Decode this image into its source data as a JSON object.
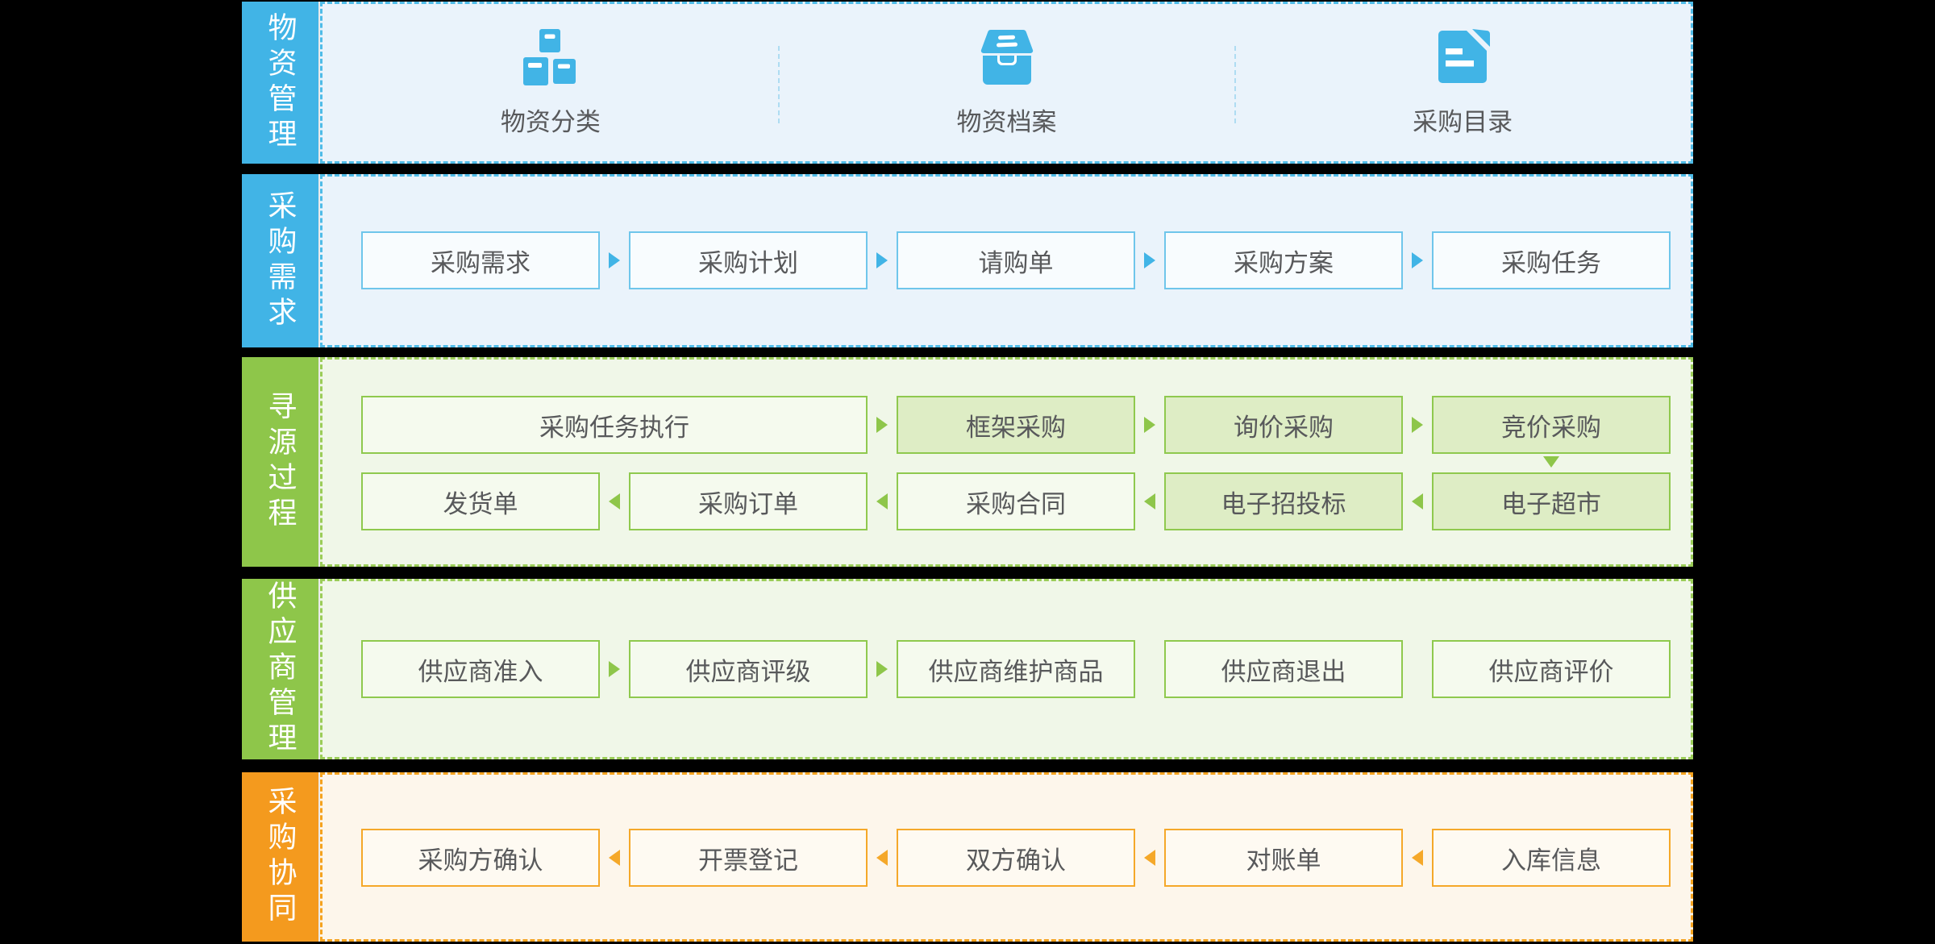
{
  "page": {
    "background": "#000000",
    "text_color": "#58595B",
    "band_separator": "#FFFFFF",
    "icon_divider": "#AEDCF2"
  },
  "themes": {
    "blue": {
      "band": "#41B4E6",
      "bg": "#EAF3FB",
      "dash": "#4FBCE8",
      "box_border": "#6FC6EB",
      "box_bg": "#F8FCFE",
      "box_fill": "#D6EBF7",
      "arrow": "#41B4E6"
    },
    "green": {
      "band": "#8EC64A",
      "bg": "#F0F7E8",
      "dash": "#9BCD58",
      "box_border": "#8FC94E",
      "box_bg": "#F5FAEE",
      "box_fill": "#DEEDC5",
      "arrow": "#8EC64A"
    },
    "orange": {
      "band": "#F49A1E",
      "bg": "#FDF6EB",
      "dash": "#F5A31F",
      "box_border": "#F5A829",
      "box_bg": "#FEFAF2",
      "box_fill": "#FBE8C9",
      "arrow": "#F5A829"
    }
  },
  "lanes": [
    {
      "key": "material-management",
      "label": "物资管理",
      "theme": "blue",
      "items": [
        {
          "icon": "blocks-icon",
          "label": "物资分类"
        },
        {
          "icon": "archive-box-icon",
          "label": "物资档案"
        },
        {
          "icon": "document-icon",
          "label": "采购目录"
        }
      ]
    },
    {
      "key": "purchase-demand",
      "label": "采购需求",
      "theme": "blue",
      "rows": [
        {
          "direction": "right",
          "boxes": [
            {
              "label": "采购需求",
              "arrow_after": true
            },
            {
              "label": "采购计划",
              "arrow_after": true
            },
            {
              "label": "请购单",
              "arrow_after": true
            },
            {
              "label": "采购方案",
              "arrow_after": true
            },
            {
              "label": "采购任务",
              "arrow_after": false
            }
          ]
        }
      ]
    },
    {
      "key": "sourcing-process",
      "label": "寻源过程",
      "theme": "green",
      "rows": [
        {
          "direction": "right",
          "boxes": [
            {
              "label": "采购任务执行",
              "span": 2,
              "arrow_after": true
            },
            {
              "label": "框架采购",
              "filled": true,
              "arrow_after": true
            },
            {
              "label": "询价采购",
              "filled": true,
              "arrow_after": true
            },
            {
              "label": "竞价采购",
              "filled": true,
              "arrow_after": false
            }
          ]
        },
        {
          "direction": "left",
          "boxes": [
            {
              "label": "发货单",
              "arrow_after": true
            },
            {
              "label": "采购订单",
              "arrow_after": true
            },
            {
              "label": "采购合同",
              "arrow_after": true
            },
            {
              "label": "电子招投标",
              "filled": true,
              "arrow_after": true
            },
            {
              "label": "电子超市",
              "filled": true,
              "arrow_after": false
            }
          ]
        }
      ],
      "down_arrow": {
        "between_rows": true,
        "column": 5
      }
    },
    {
      "key": "supplier-management",
      "label": "供应商管理",
      "theme": "green",
      "rows": [
        {
          "direction": "right",
          "boxes": [
            {
              "label": "供应商准入",
              "arrow_after": true
            },
            {
              "label": "供应商评级",
              "arrow_after": true
            },
            {
              "label": "供应商维护商品",
              "arrow_after": false
            },
            {
              "label": "供应商退出",
              "arrow_after": false
            },
            {
              "label": "供应商评价",
              "arrow_after": false
            }
          ]
        }
      ]
    },
    {
      "key": "purchase-collaboration",
      "label": "采购协同",
      "theme": "orange",
      "rows": [
        {
          "direction": "left",
          "boxes": [
            {
              "label": "采购方确认",
              "arrow_after": true
            },
            {
              "label": "开票登记",
              "arrow_after": true
            },
            {
              "label": "双方确认",
              "arrow_after": true
            },
            {
              "label": "对账单",
              "arrow_after": true
            },
            {
              "label": "入库信息",
              "arrow_after": false
            }
          ]
        }
      ]
    }
  ]
}
